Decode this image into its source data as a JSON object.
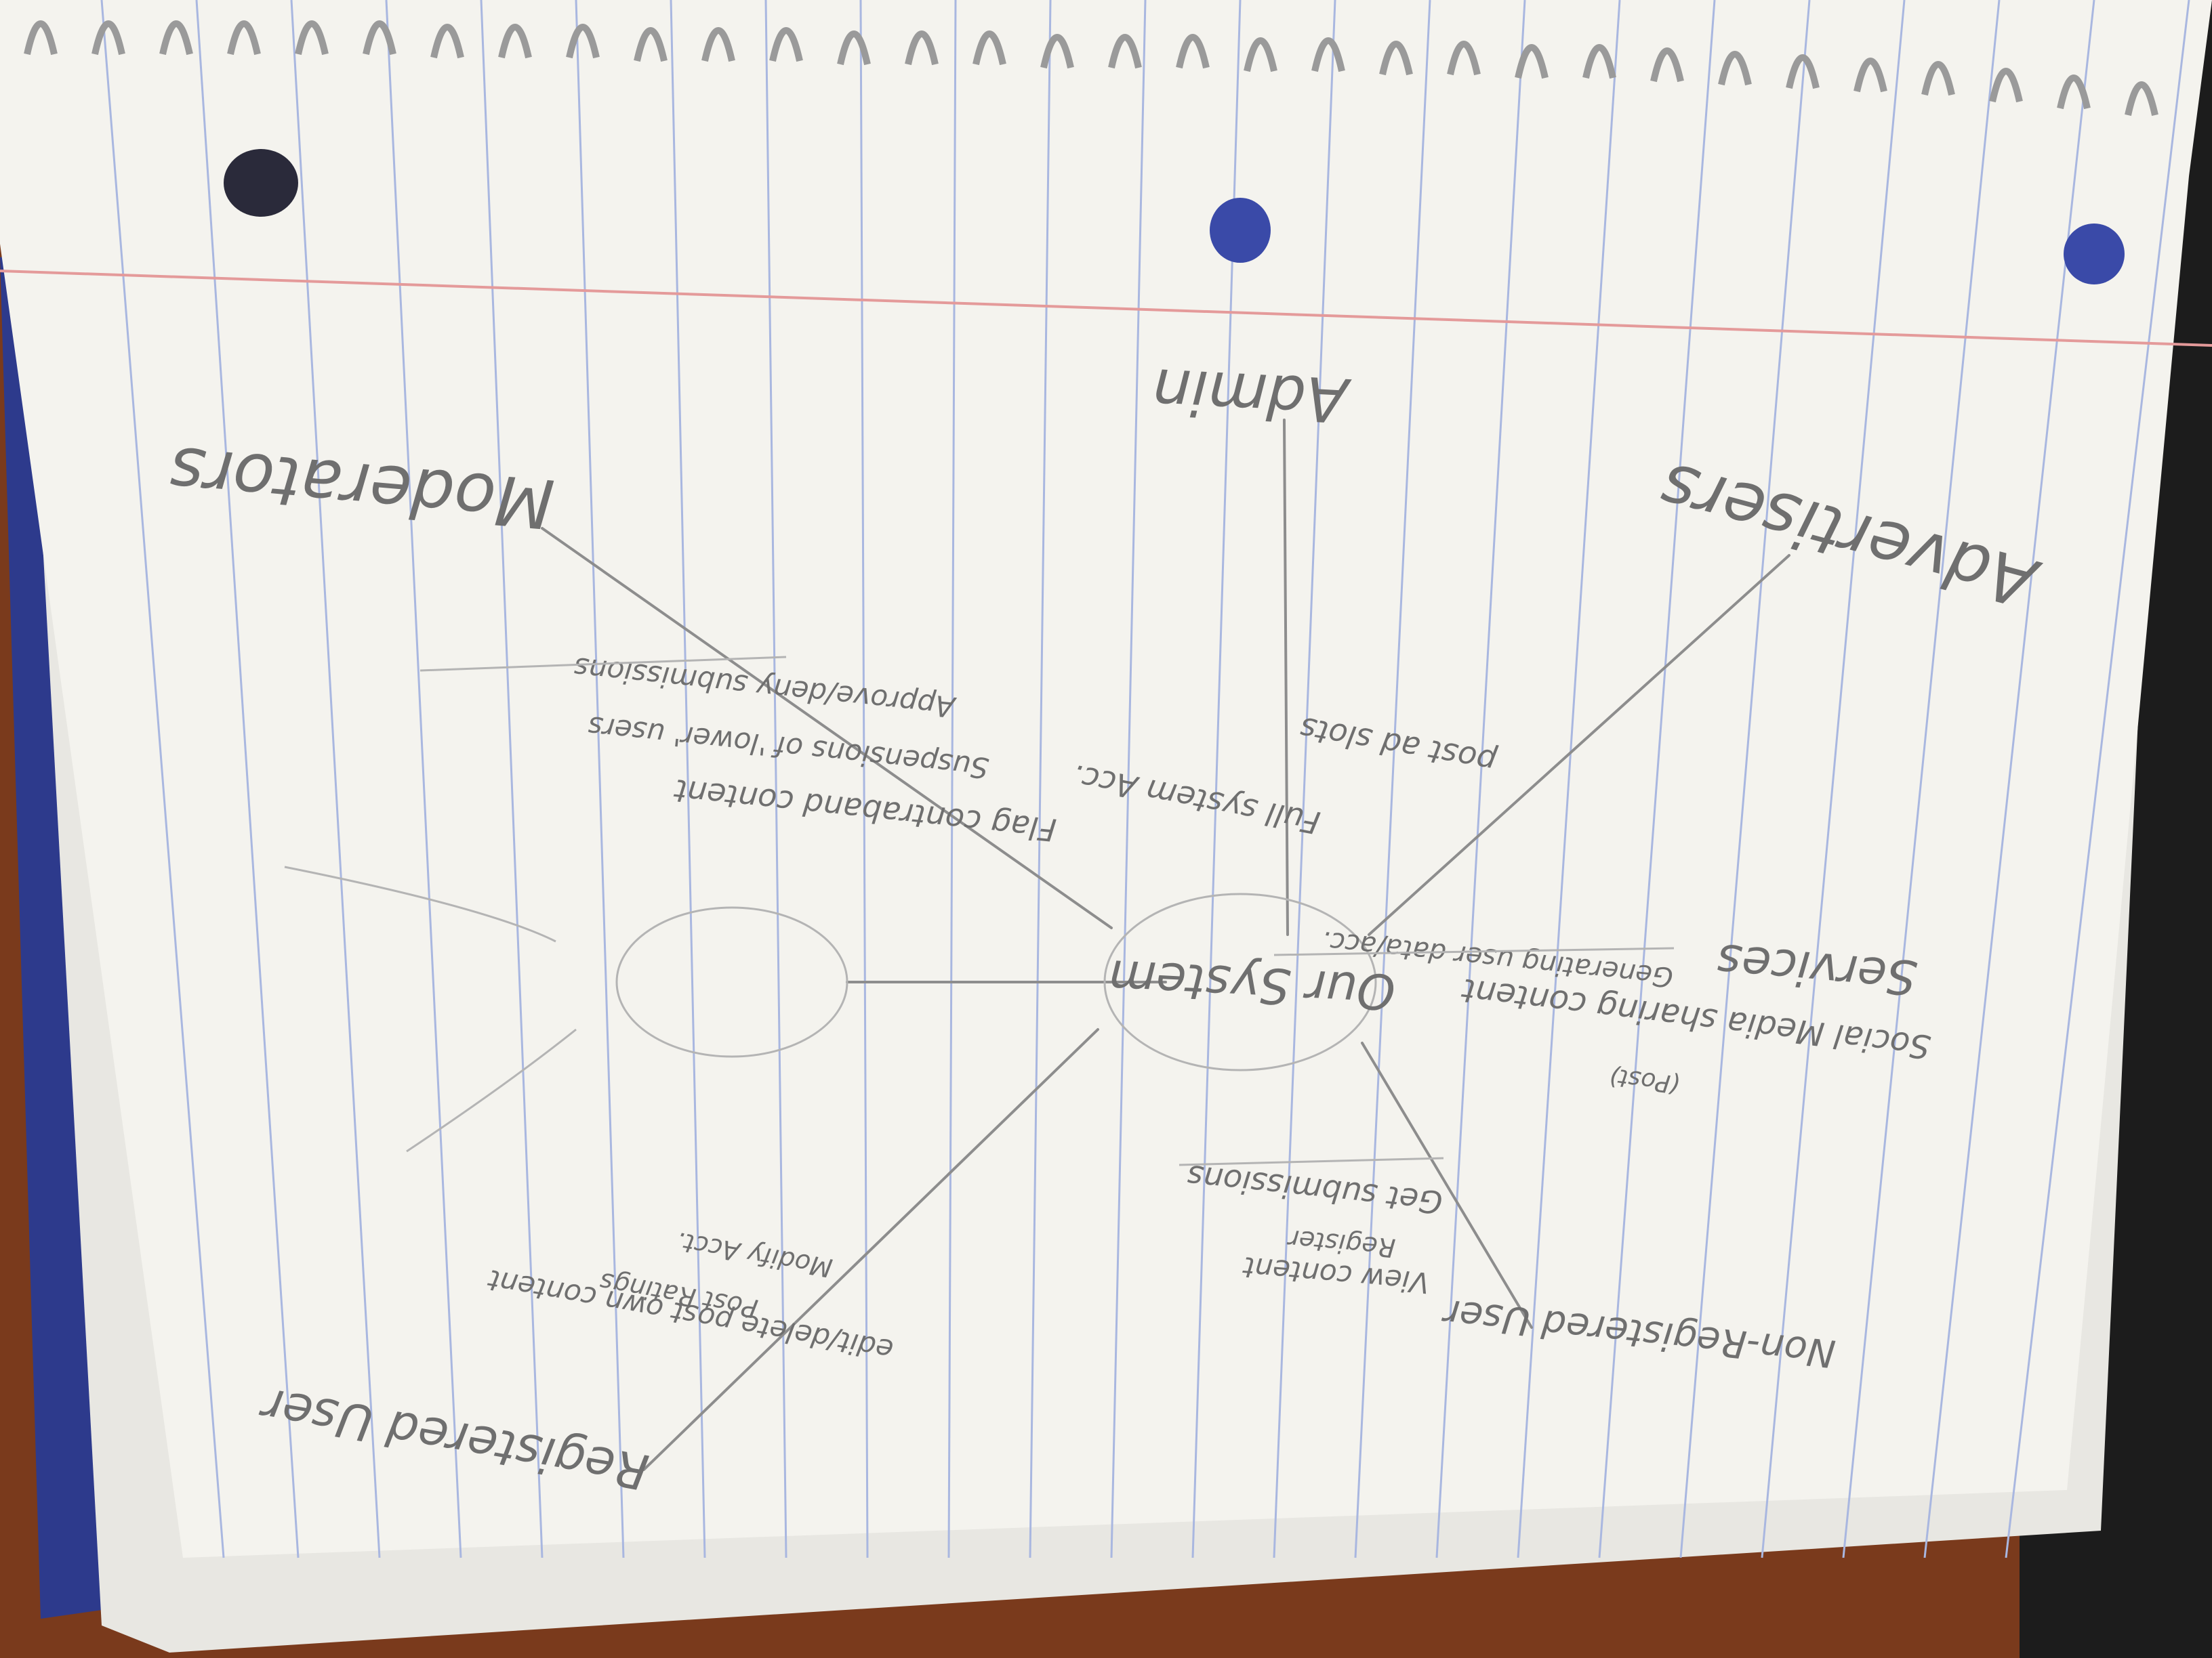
{
  "photo": {
    "subject": "Hand-drawn system context sketch on spiral notebook paper, photographed upside down",
    "colors": {
      "desk": "#7a3a1c",
      "paper": "#f4f3ee",
      "rule_line": "#a9b7e0",
      "margin_line": "#e49a9a",
      "pencil": "#6f6f6f",
      "notebook_edge": "#2d3a8c"
    }
  },
  "sketch": {
    "center": "Our System",
    "actors": {
      "admin": "Admin",
      "moderators": "Moderators",
      "advertisers": "Advertisers",
      "registered_user": "Registered User",
      "non_registered_user": "Non-Registered User",
      "services": "Services"
    },
    "notes": {
      "admin": "Full system Acc.",
      "moderators": [
        "Flag contraband content",
        "Suspensions of 'lower' users",
        "Approve/deny submissions"
      ],
      "advertisers": "post ad slots",
      "services": [
        "Social Media sharing content",
        "(Post)",
        "Generating user data/acc."
      ],
      "non_registered_user": [
        "View content",
        "Register",
        "Get submissions"
      ],
      "registered_user": [
        "edit/delete post own content",
        "Post Ratings",
        "Modify Acct."
      ]
    }
  }
}
